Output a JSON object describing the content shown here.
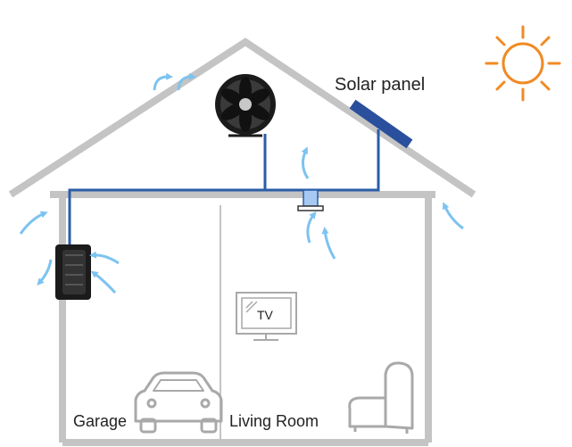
{
  "labels": {
    "solar_panel": "Solar panel",
    "garage": "Garage",
    "living_room": "Living Room",
    "tv": "TV"
  },
  "colors": {
    "house": "#c4c4c4",
    "wire": "#2a5da8",
    "panel": "#2a4f9c",
    "sun": "#f08a24",
    "airflow": "#7cc3f0",
    "fan_body": "#1b1b1b",
    "icons": "#a9a9a9"
  },
  "icons": [
    "sun-icon",
    "attic-fan-icon",
    "wall-fan-icon",
    "thermostat-icon",
    "tv-icon",
    "car-icon",
    "armchair-icon"
  ]
}
